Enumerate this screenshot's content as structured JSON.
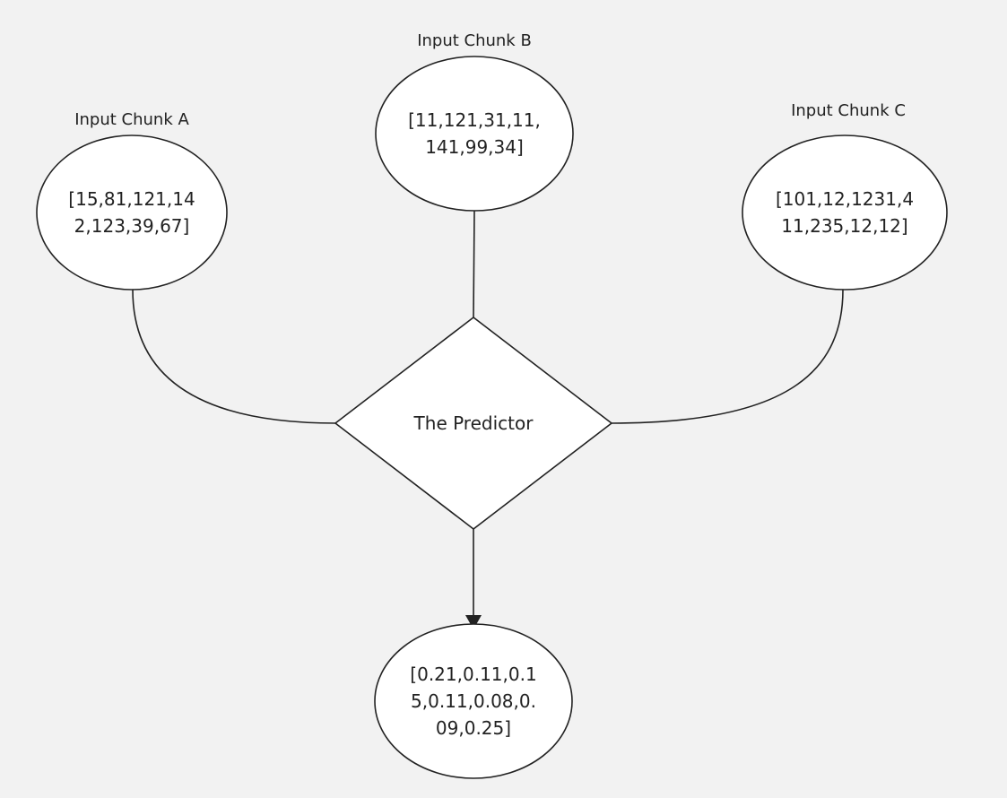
{
  "colors": {
    "background": "#f2f2f2",
    "node_fill": "#ffffff",
    "stroke": "#222222"
  },
  "nodes": {
    "chunk_a": {
      "label": "Input Chunk A",
      "lines": [
        "[15,81,121,14",
        "2,123,39,67]"
      ]
    },
    "chunk_b": {
      "label": "Input Chunk B",
      "lines": [
        "[11,121,31,11,",
        "141,99,34]"
      ]
    },
    "chunk_c": {
      "label": "Input Chunk C",
      "lines": [
        "[101,12,1231,4",
        "11,235,12,12]"
      ]
    },
    "predictor": {
      "label": "The Predictor"
    },
    "output": {
      "lines": [
        "[0.21,0.11,0.1",
        "5,0.11,0.08,0.",
        "09,0.25]"
      ]
    }
  }
}
